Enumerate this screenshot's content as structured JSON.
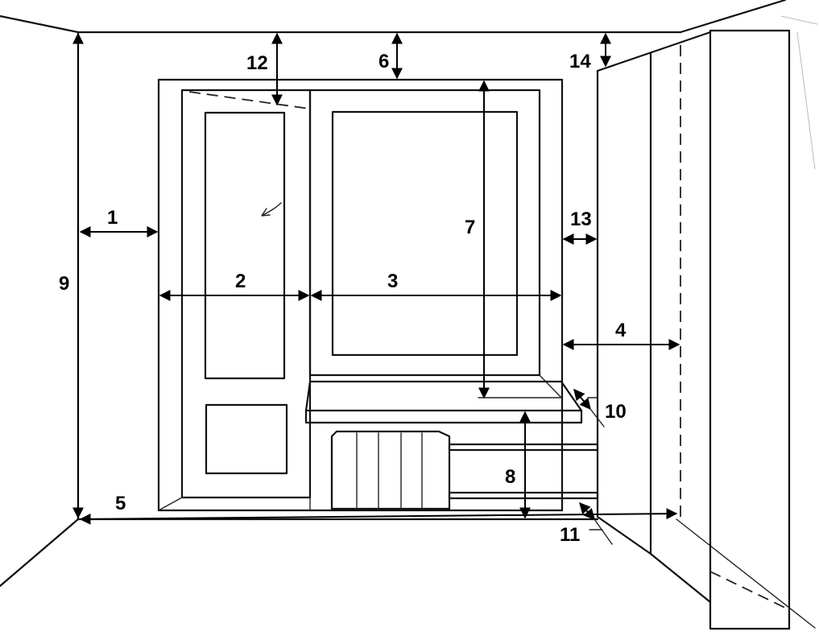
{
  "labels": {
    "d1": "1",
    "d2": "2",
    "d3": "3",
    "d4": "4",
    "d5": "5",
    "d6": "6",
    "d7": "7",
    "d8": "8",
    "d9": "9",
    "d10": "10",
    "d11": "11",
    "d12": "12",
    "d13": "13",
    "d14": "14"
  },
  "colors": {
    "line": "#111111",
    "background": "#ffffff"
  }
}
